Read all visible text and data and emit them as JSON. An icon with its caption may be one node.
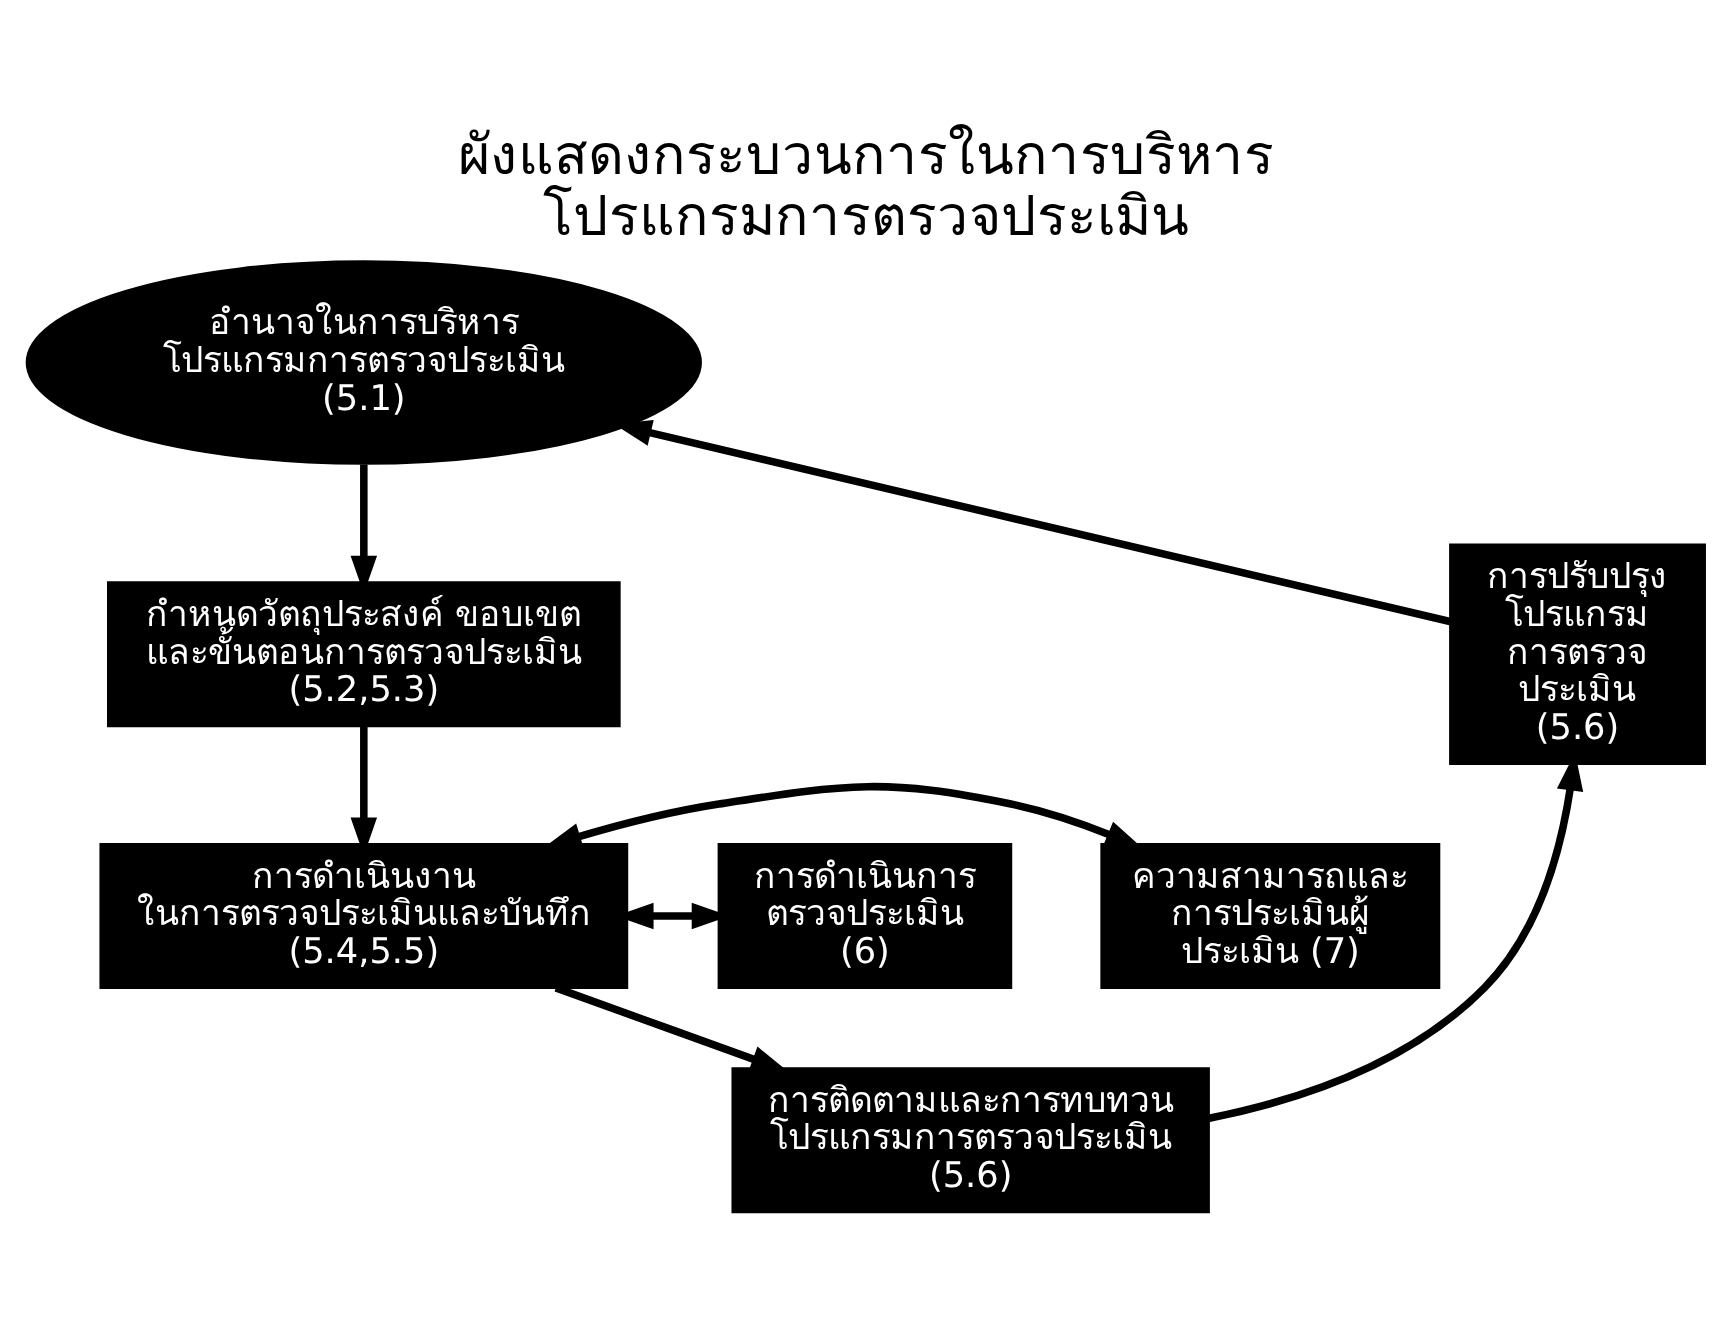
{
  "diagram": {
    "title": "ผังแสดงกระบวนการในการบริหาร โปรแกรมการตรวจประเมิน",
    "nodes": [
      {
        "text": [
          "อำนาจในการบริหาร โปรแกรมการตรวจประเมิน (5.1)"
        ]
      },
      {
        "text": [
          "กำหนดวัตถุประสงค์ ขอบเขต และขั้นตอนการตรวจประเมิน (5.2,5.3)"
        ]
      },
      {
        "text": [
          "การดำเนินงาน ในการตรวจประเมินและบันทึก (5.4,5.5)"
        ]
      },
      {
        "text": [
          "การติดตามและการทบทวน โปรแกรมการตรวจประเมิน (5.6)"
        ]
      },
      {
        "text": [
          "การปรับปรุง โปรแกรม การตรวจ ประเมิน (5.6)"
        ]
      },
      {
        "text": [
          "ความสามารถและ การประเมินผู้ ประเมิน (7)"
        ]
      },
      {
        "text": [
          "การดำเนินการ ตรวจประเมิน (6)"
        ]
      }
    ],
    "edges": [
      {
        "from": 0,
        "to": 1,
        "arrow": "to"
      },
      {
        "from": 1,
        "to": 2,
        "arrow": "to"
      },
      {
        "from": 2,
        "to": 3,
        "arrow": "to"
      },
      {
        "from": 3,
        "to": 4,
        "arrow": "to"
      },
      {
        "from": 4,
        "to": 0,
        "arrow": "to"
      },
      {
        "from": 2,
        "to": 5,
        "arrow": "both"
      },
      {
        "from": 2,
        "to": 6,
        "arrow": "both"
      }
    ]
  }
}
